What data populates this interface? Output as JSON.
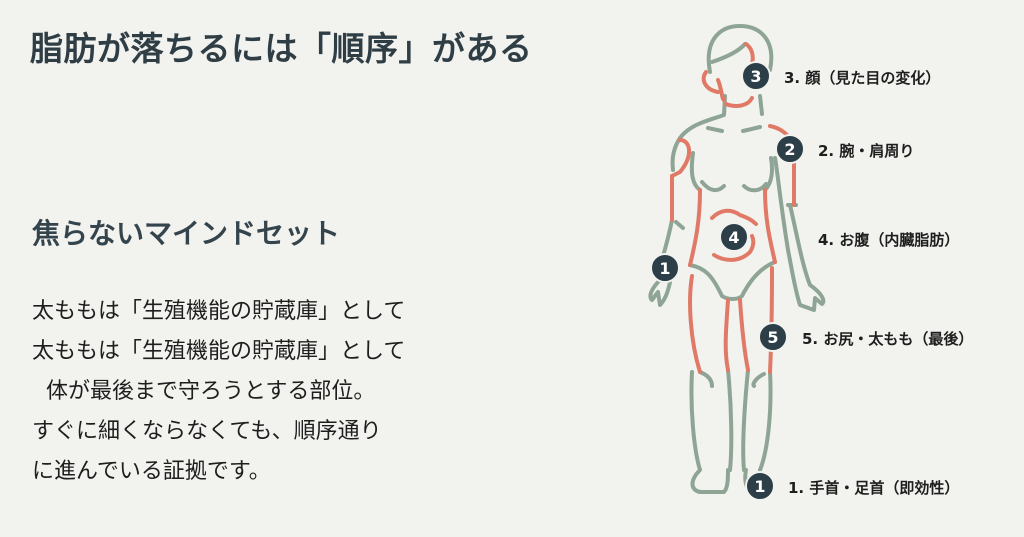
{
  "title": "脂肪が落ちるには「順序」がある",
  "subtitle": "焦らないマインドセット",
  "body_lines": [
    "太ももは「生殖機能の貯蔵庫」として",
    "太ももは「生殖機能の貯蔵庫」として",
    "  体が最後まで守ろうとする部位。",
    "すぐに細くならなくても、順序通り",
    "に進んでいる証拠です。"
  ],
  "colors": {
    "background": "#f2f2ef",
    "outline_green": "#8ea595",
    "fat_red": "#e07a66",
    "badge": "#2c3e48",
    "badge_text": "#ffffff"
  },
  "badges": {
    "face": "3",
    "arms": "2",
    "belly": "4",
    "wrist": "1",
    "thigh": "5",
    "ankle": "1"
  },
  "labels": {
    "face": "3. 顔（見た目の変化）",
    "arms": "2. 腕・肩周り",
    "belly": "4. お腹（内臓脂肪）",
    "thigh": "5. お尻・太もも（最後）",
    "ankle": "1. 手首・足首（即効性）"
  }
}
